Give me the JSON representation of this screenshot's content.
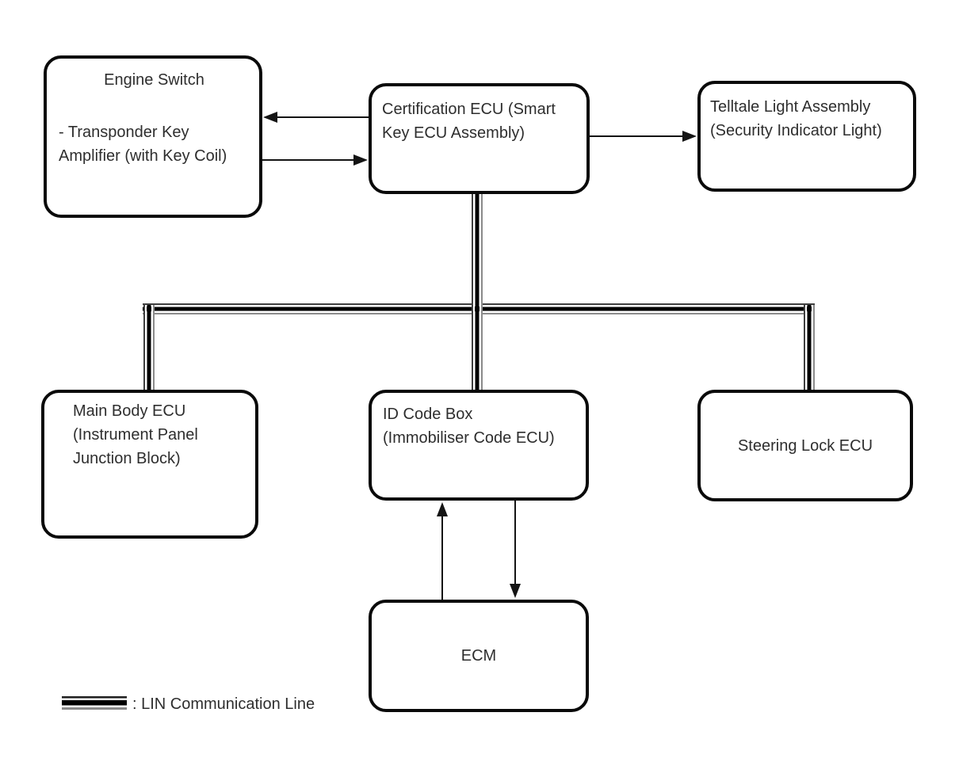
{
  "canvas": {
    "background": "#ffffff",
    "line_color": "#000000",
    "text_color": "#2e2e2e"
  },
  "boxes": {
    "engine_switch": {
      "title": "Engine Switch",
      "body_lines": [
        "- Transponder Key",
        "Amplifier (with Key Coil)"
      ]
    },
    "certification_ecu": {
      "lines": [
        "Certification ECU (Smart",
        "Key ECU Assembly)"
      ]
    },
    "telltale_light": {
      "lines": [
        "Telltale Light Assembly",
        "(Security Indicator Light)"
      ]
    },
    "main_body_ecu": {
      "lines": [
        "Main Body ECU",
        "(Instrument Panel",
        "Junction Block)"
      ]
    },
    "id_code_box": {
      "lines": [
        "ID Code Box",
        "(Immobiliser Code ECU)"
      ]
    },
    "steering_lock_ecu": {
      "lines": [
        "Steering Lock ECU"
      ]
    },
    "ecm": {
      "lines": [
        "ECM"
      ]
    }
  },
  "connections": {
    "arrows": [
      {
        "from": "certification_ecu",
        "to": "engine_switch"
      },
      {
        "from": "engine_switch",
        "to": "certification_ecu"
      },
      {
        "from": "certification_ecu",
        "to": "telltale_light"
      },
      {
        "from": "ecm",
        "to": "id_code_box"
      },
      {
        "from": "id_code_box",
        "to": "ecm"
      }
    ],
    "lin_bus": [
      "certification_ecu",
      "main_body_ecu",
      "id_code_box",
      "steering_lock_ecu"
    ]
  },
  "legend": {
    "swatch": "lin-triple-line",
    "label": ": LIN Communication Line"
  }
}
